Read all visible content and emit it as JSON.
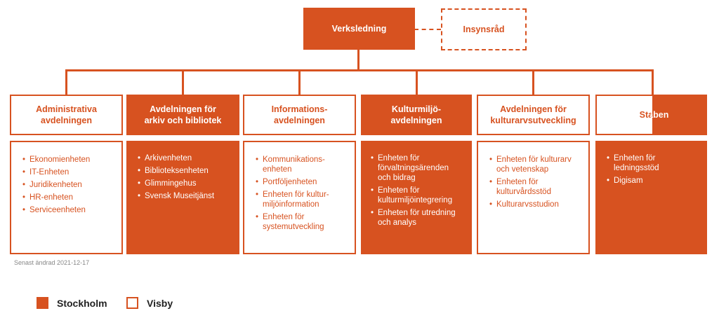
{
  "top": {
    "title": "Verksledning",
    "advisory": "Insynsråd"
  },
  "departments": [
    {
      "title": "Administrativa\navdelningen",
      "style": "outlined",
      "units": [
        "Ekonomienheten",
        "IT-Enheten",
        "Juridikenheten",
        "HR-enheten",
        "Serviceenheten"
      ]
    },
    {
      "title": "Avdelningen för\narkiv och bibliotek",
      "style": "filled",
      "units": [
        "Arkivenheten",
        "Biblioteksenheten",
        "Glimmingehus",
        "Svensk Museitjänst"
      ]
    },
    {
      "title": "Informations-\navdelningen",
      "style": "outlined",
      "units": [
        "Kommunikations-\nenheten",
        "Portföljenheten",
        "Enheten för kultur-\nmiljöinformation",
        "Enheten för\nsystemutveckling"
      ]
    },
    {
      "title": "Kulturmiljö-\navdelningen",
      "style": "filled",
      "units": [
        "Enheten för\nförvaltningsärenden\noch bidrag",
        "Enheten för\nkulturmiljöintegrering",
        "Enheten för utredning\noch analys"
      ]
    },
    {
      "title": "Avdelningen för\nkulturarvsutveckling",
      "style": "outlined",
      "units": [
        "Enheten för kulturarv\noch vetenskap",
        "Enheten för\nkulturvårdsstöd",
        "Kulturarvsstudion"
      ]
    },
    {
      "title": "Staben",
      "style": "split",
      "units": [
        "Enheten för\nledningsstöd",
        "Digisam"
      ]
    }
  ],
  "footnote": "Senast ändrad 2021-12-17",
  "legend": {
    "stockholm": "Stockholm",
    "visby": "Visby"
  },
  "colors": {
    "accent": "#d75220"
  }
}
